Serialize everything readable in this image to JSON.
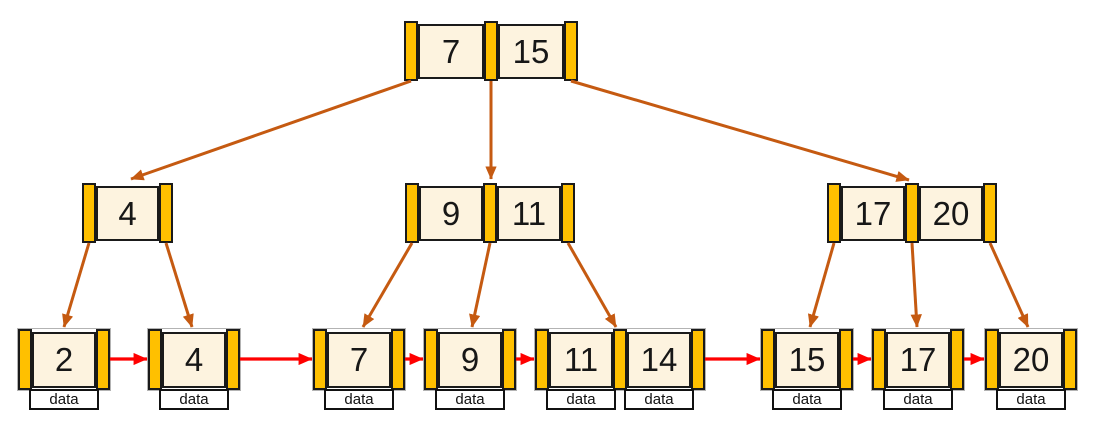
{
  "tree": {
    "root": {
      "keys": [
        "7",
        "15"
      ]
    },
    "internal_nodes": [
      {
        "keys": [
          "4"
        ]
      },
      {
        "keys": [
          "9",
          "11"
        ]
      },
      {
        "keys": [
          "17",
          "20"
        ]
      }
    ],
    "leaf_nodes": [
      {
        "keys": [
          "2"
        ]
      },
      {
        "keys": [
          "4"
        ]
      },
      {
        "keys": [
          "7"
        ]
      },
      {
        "keys": [
          "9"
        ]
      },
      {
        "keys": [
          "11",
          "14"
        ]
      },
      {
        "keys": [
          "15"
        ]
      },
      {
        "keys": [
          "17"
        ]
      },
      {
        "keys": [
          "20"
        ]
      }
    ],
    "leaf_data_label": "data"
  },
  "colors": {
    "pointer_slot": "#FFC000",
    "key_cell_fill": "#FDF3DF",
    "internal_edge": "#C55A11",
    "leaf_chain_edge": "#FF0000"
  }
}
